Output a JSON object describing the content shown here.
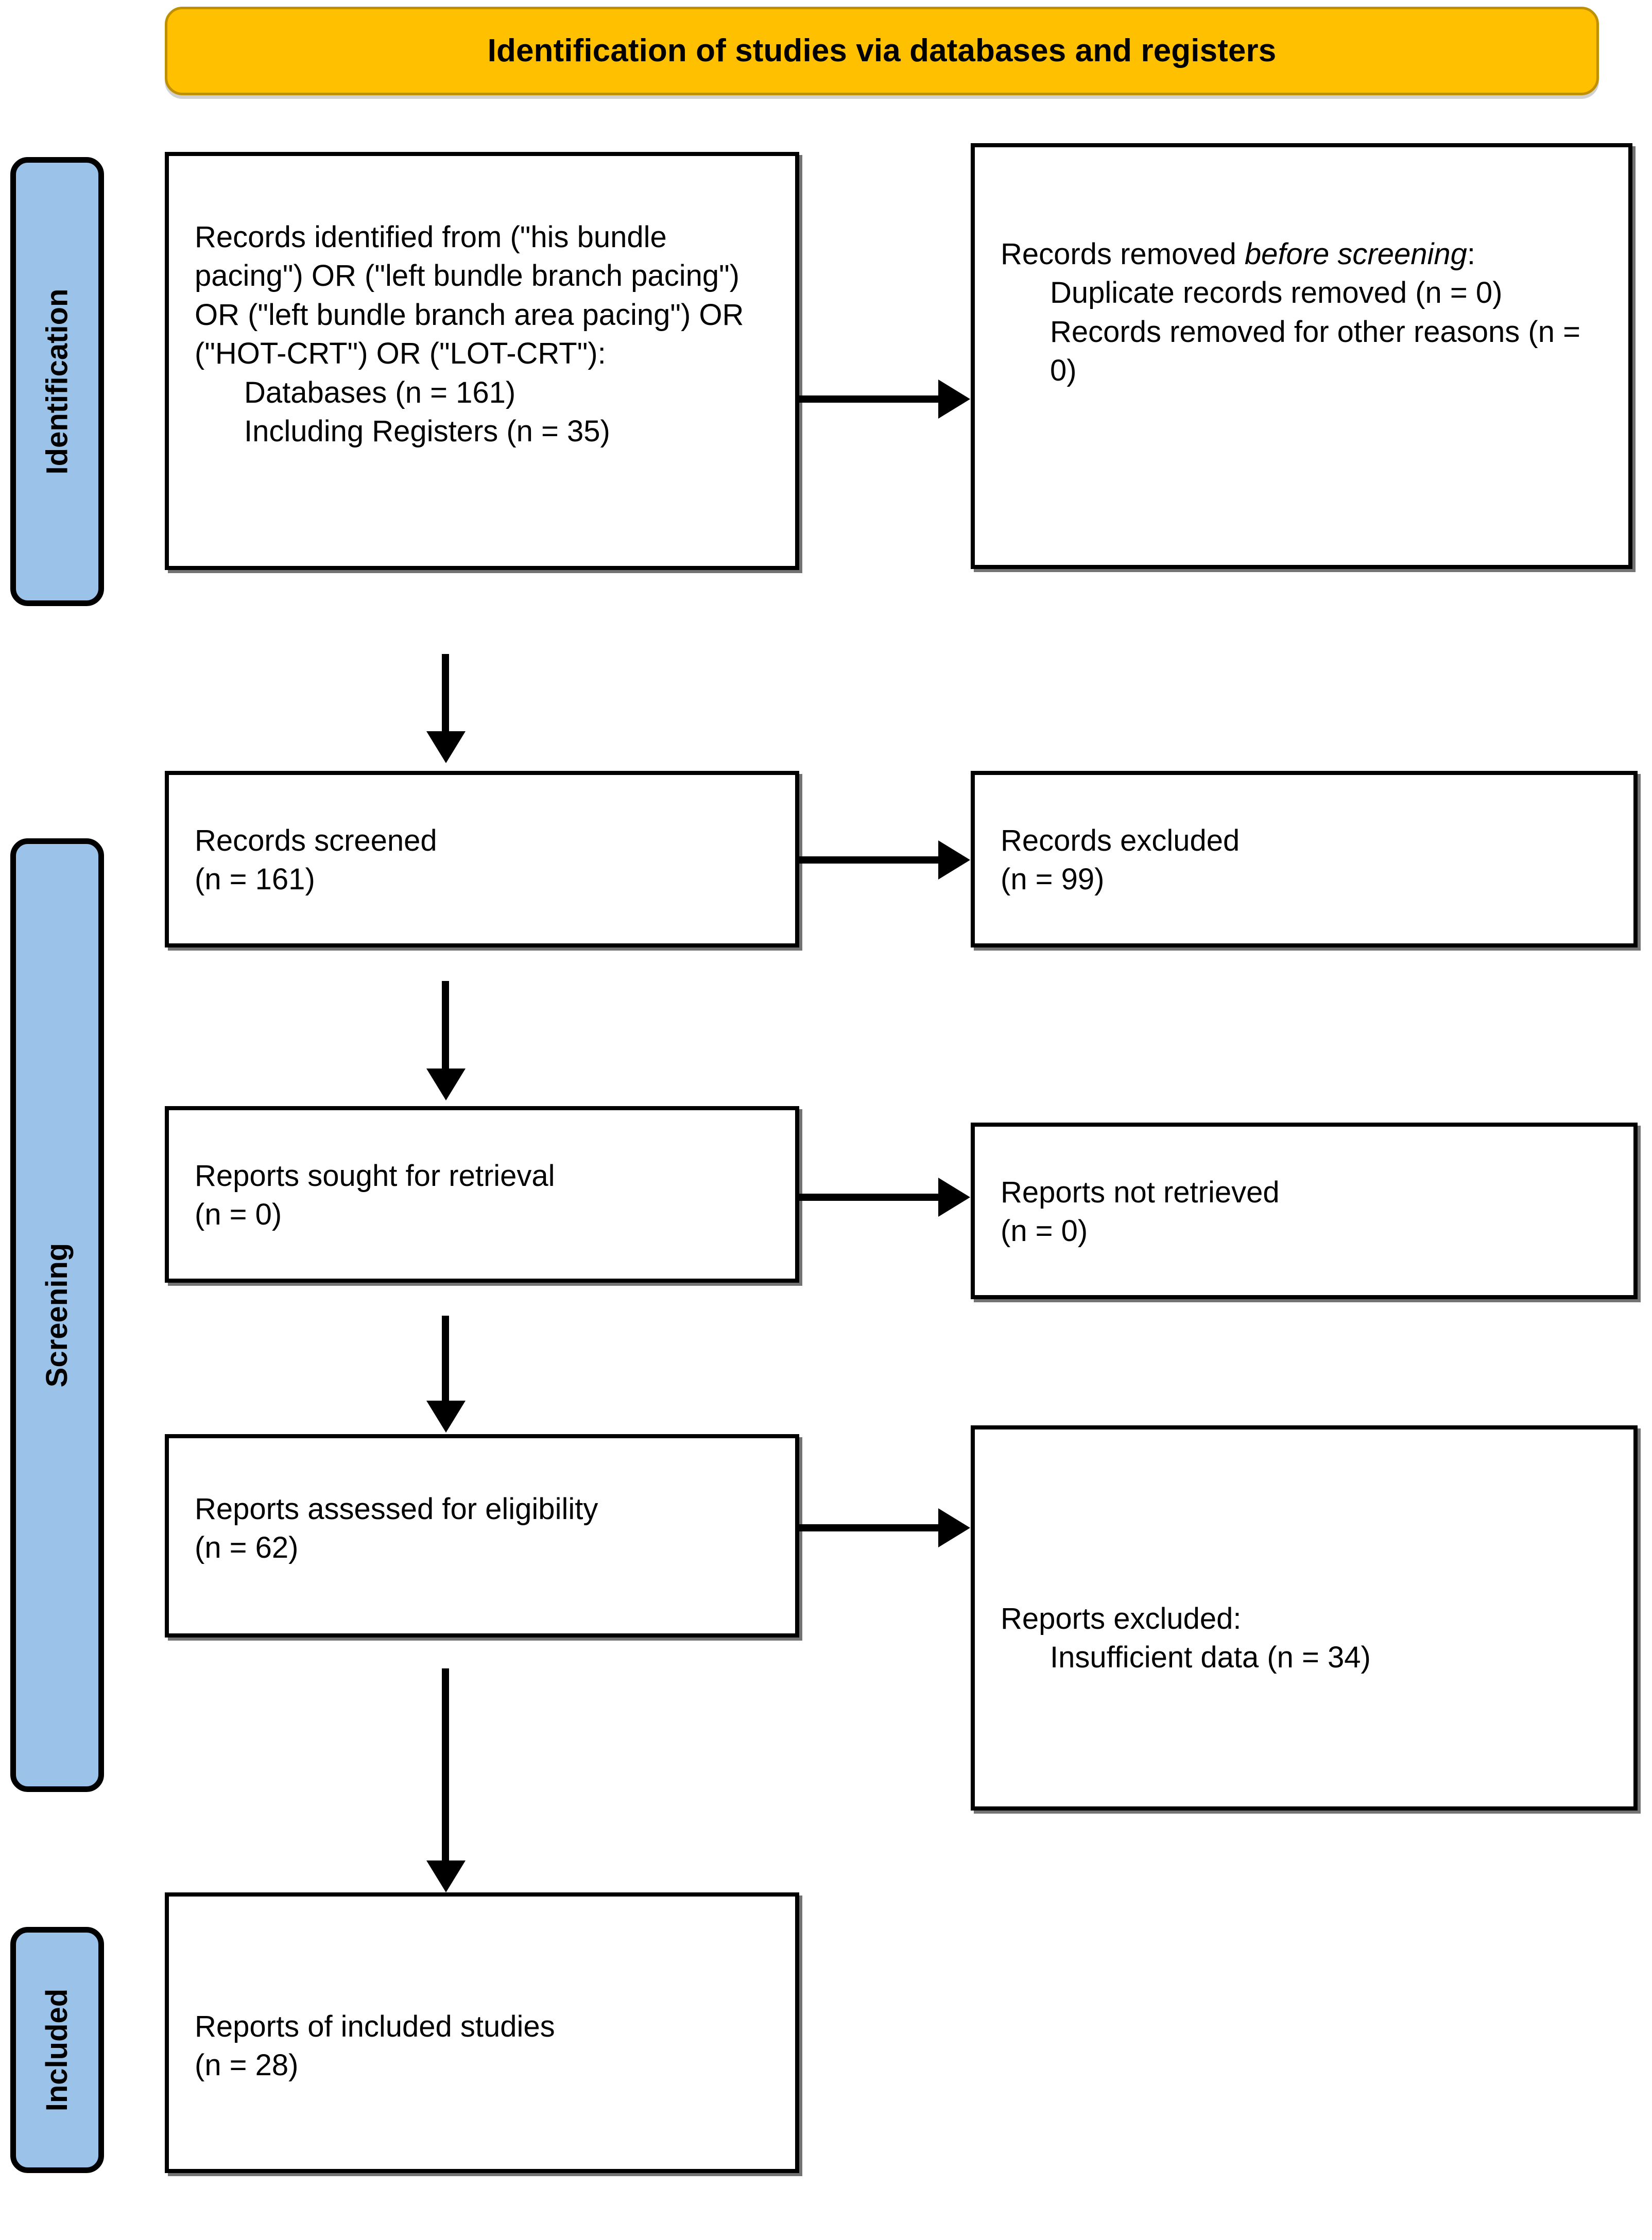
{
  "banner": {
    "title": "Identification of studies via databases and registers",
    "fill_color": "#FFC000",
    "border_color": "#BF9000"
  },
  "rails": {
    "fill_color": "#9BC2E8",
    "identification": "Identification",
    "screening": "Screening",
    "included": "Included"
  },
  "boxes": {
    "identified": {
      "lines": [
        "Records identified from (\"his bundle pacing\") OR (\"left bundle branch pacing\") OR (\"left bundle branch area pacing\") OR (\"HOT-CRT\") OR (\"LOT-CRT\"):"
      ],
      "indented": [
        "Databases (n = 161)",
        "Including Registers (n = 35)"
      ]
    },
    "removed": {
      "lead": "Records removed ",
      "lead_italic": "before screening",
      "lead_tail": ":",
      "indented": [
        "Duplicate records removed (n = 0)",
        "Records removed for other reasons (n = 0)"
      ]
    },
    "screened": {
      "label": "Records screened",
      "count": "(n = 161)"
    },
    "excluded": {
      "label": "Records excluded",
      "count": "(n = 99)"
    },
    "sought": {
      "label": "Reports sought for retrieval",
      "count": "(n = 0)"
    },
    "not_retrieved": {
      "label": "Reports not retrieved",
      "count": "(n = 0)"
    },
    "assessed": {
      "label": "Reports assessed for eligibility",
      "count": "(n = 62)"
    },
    "reports_excluded": {
      "label": "Reports excluded:",
      "indented": [
        "Insufficient data (n = 34)"
      ]
    },
    "included": {
      "label": "Reports of included studies",
      "count": "(n = 28)"
    }
  }
}
